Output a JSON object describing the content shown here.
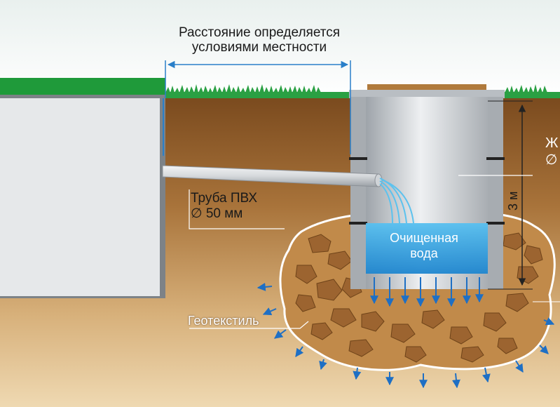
{
  "labels": {
    "distance_line1": "Расстояние определяется",
    "distance_line2": "условиями местности",
    "pipe_name": "Труба ПВХ",
    "pipe_diameter": "∅ 50 мм",
    "geotextile": "Геотекстиль",
    "water_line1": "Очищенная",
    "water_line2": "вода",
    "depth": "3 м",
    "cut_right_line1": "Ж",
    "cut_right_line2": "∅"
  },
  "colors": {
    "grass": "#1f9a3a",
    "soil_top": "#8b5a2b",
    "soil_bottom": "#e3c79a",
    "stone": "#b07a3c",
    "water": "#2a9fe0",
    "concrete": "#c9ccd0",
    "tank": "#e6e8ea",
    "dimension_line": "#2a7fc9"
  }
}
